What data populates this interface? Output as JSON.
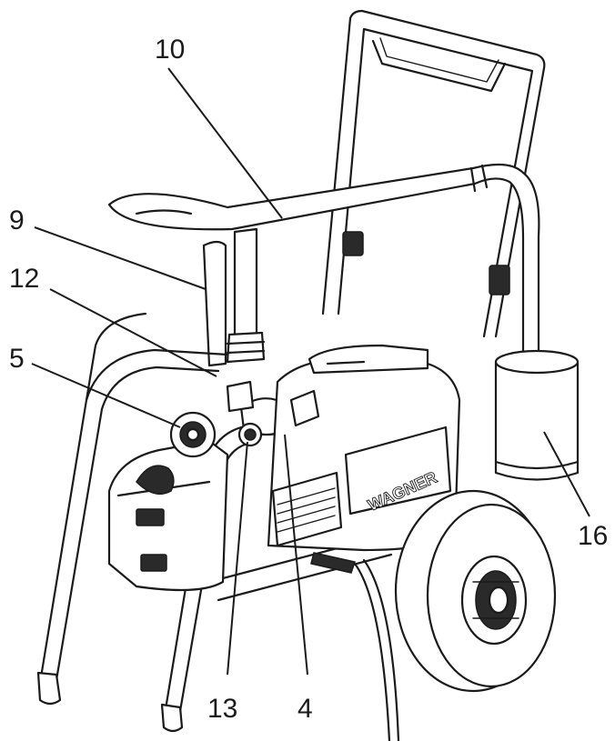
{
  "brand_label": "WAGNER",
  "callouts": {
    "c10": "10",
    "c9": "9",
    "c12": "12",
    "c5": "5",
    "c16": "16",
    "c13": "13",
    "c4": "4"
  }
}
